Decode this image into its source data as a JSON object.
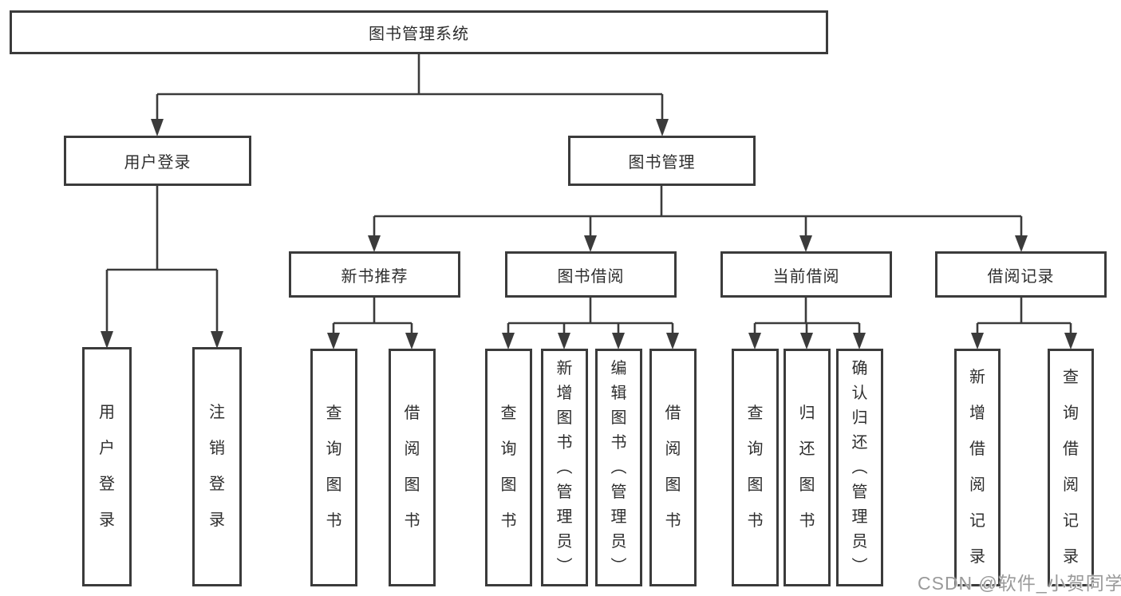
{
  "colors": {
    "background": "#ffffff",
    "box_border": "#3b3b3b",
    "connector_line": "#3b3b3b",
    "text": "#2e2e2e",
    "watermark_text": "#9a9a9a"
  },
  "tree": {
    "root": {
      "label": "图书管理系统"
    },
    "branches": [
      {
        "label": "用户登录",
        "children": [
          {
            "label": "用户登录"
          },
          {
            "label": "注销登录"
          }
        ]
      },
      {
        "label": "图书管理",
        "groups": [
          {
            "label": "新书推荐",
            "children": [
              {
                "label": "查询图书"
              },
              {
                "label": "借阅图书"
              }
            ]
          },
          {
            "label": "图书借阅",
            "children": [
              {
                "label": "查询图书"
              },
              {
                "label": "新增图书（管理员）"
              },
              {
                "label": "编辑图书（管理员）"
              },
              {
                "label": "借阅图书"
              }
            ]
          },
          {
            "label": "当前借阅",
            "children": [
              {
                "label": "查询图书"
              },
              {
                "label": "归还图书"
              },
              {
                "label": "确认归还（管理员）"
              }
            ]
          },
          {
            "label": "借阅记录",
            "children": [
              {
                "label": "新增借阅记录"
              },
              {
                "label": "查询借阅记录"
              }
            ]
          }
        ]
      }
    ]
  },
  "watermark": {
    "text": "CSDN @软件_小贺同学"
  }
}
